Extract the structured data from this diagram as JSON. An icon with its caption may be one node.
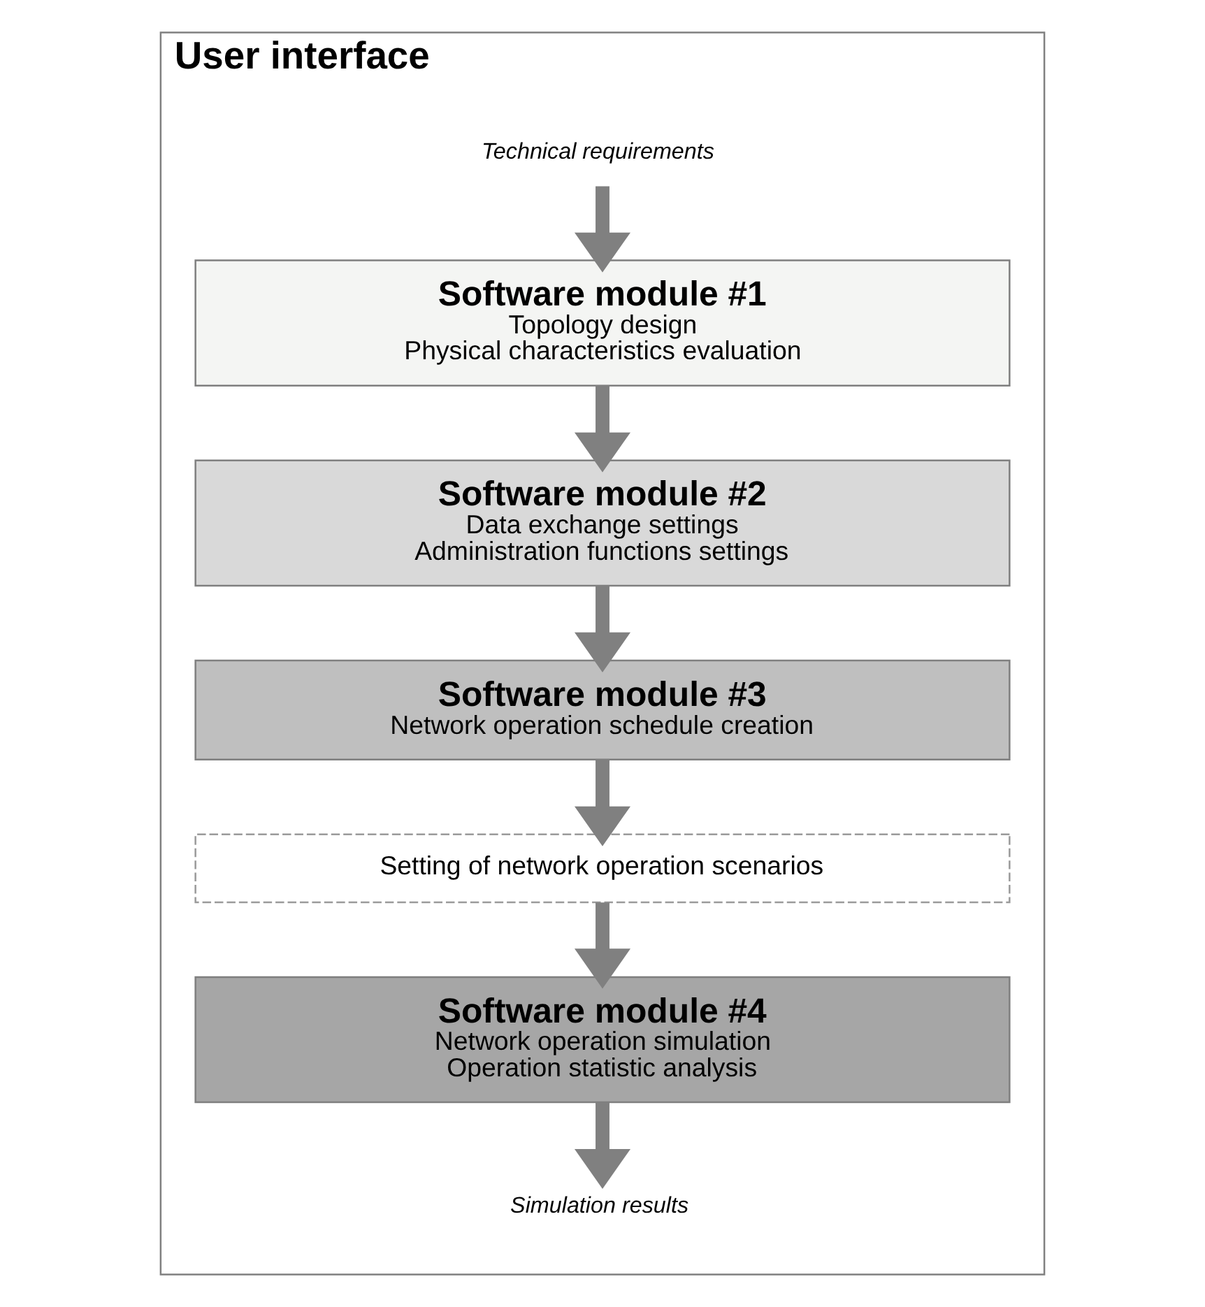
{
  "diagram": {
    "nodes": [
      {
        "text": [
          "User interface"
        ]
      },
      {
        "text": [
          "Technical requirements"
        ],
        "in": 0
      },
      {
        "text": [
          "Software module #1",
          "Topology design",
          "Physical characteristics evaluation"
        ],
        "in": 0
      },
      {
        "text": [
          "Software module #2",
          "Data exchange settings",
          "Administration functions settings"
        ],
        "in": 0
      },
      {
        "text": [
          "Software module #3",
          "Network operation schedule creation"
        ],
        "in": 0
      },
      {
        "text": [
          "Setting of network operation scenarios"
        ],
        "in": 0
      },
      {
        "text": [
          "Software module #4",
          "Network operation simulation",
          "Operation statistic analysis"
        ],
        "in": 0
      },
      {
        "text": [
          "Simulation results"
        ],
        "in": 0
      }
    ],
    "edges": [
      {
        "from": 1,
        "to": 2,
        "arrow": "to"
      },
      {
        "from": 2,
        "to": 3,
        "arrow": "to"
      },
      {
        "from": 3,
        "to": 4,
        "arrow": "to"
      },
      {
        "from": 4,
        "to": 5,
        "arrow": "to"
      },
      {
        "from": 5,
        "to": 6,
        "arrow": "to"
      },
      {
        "from": 6,
        "to": 7,
        "arrow": "to"
      }
    ]
  }
}
